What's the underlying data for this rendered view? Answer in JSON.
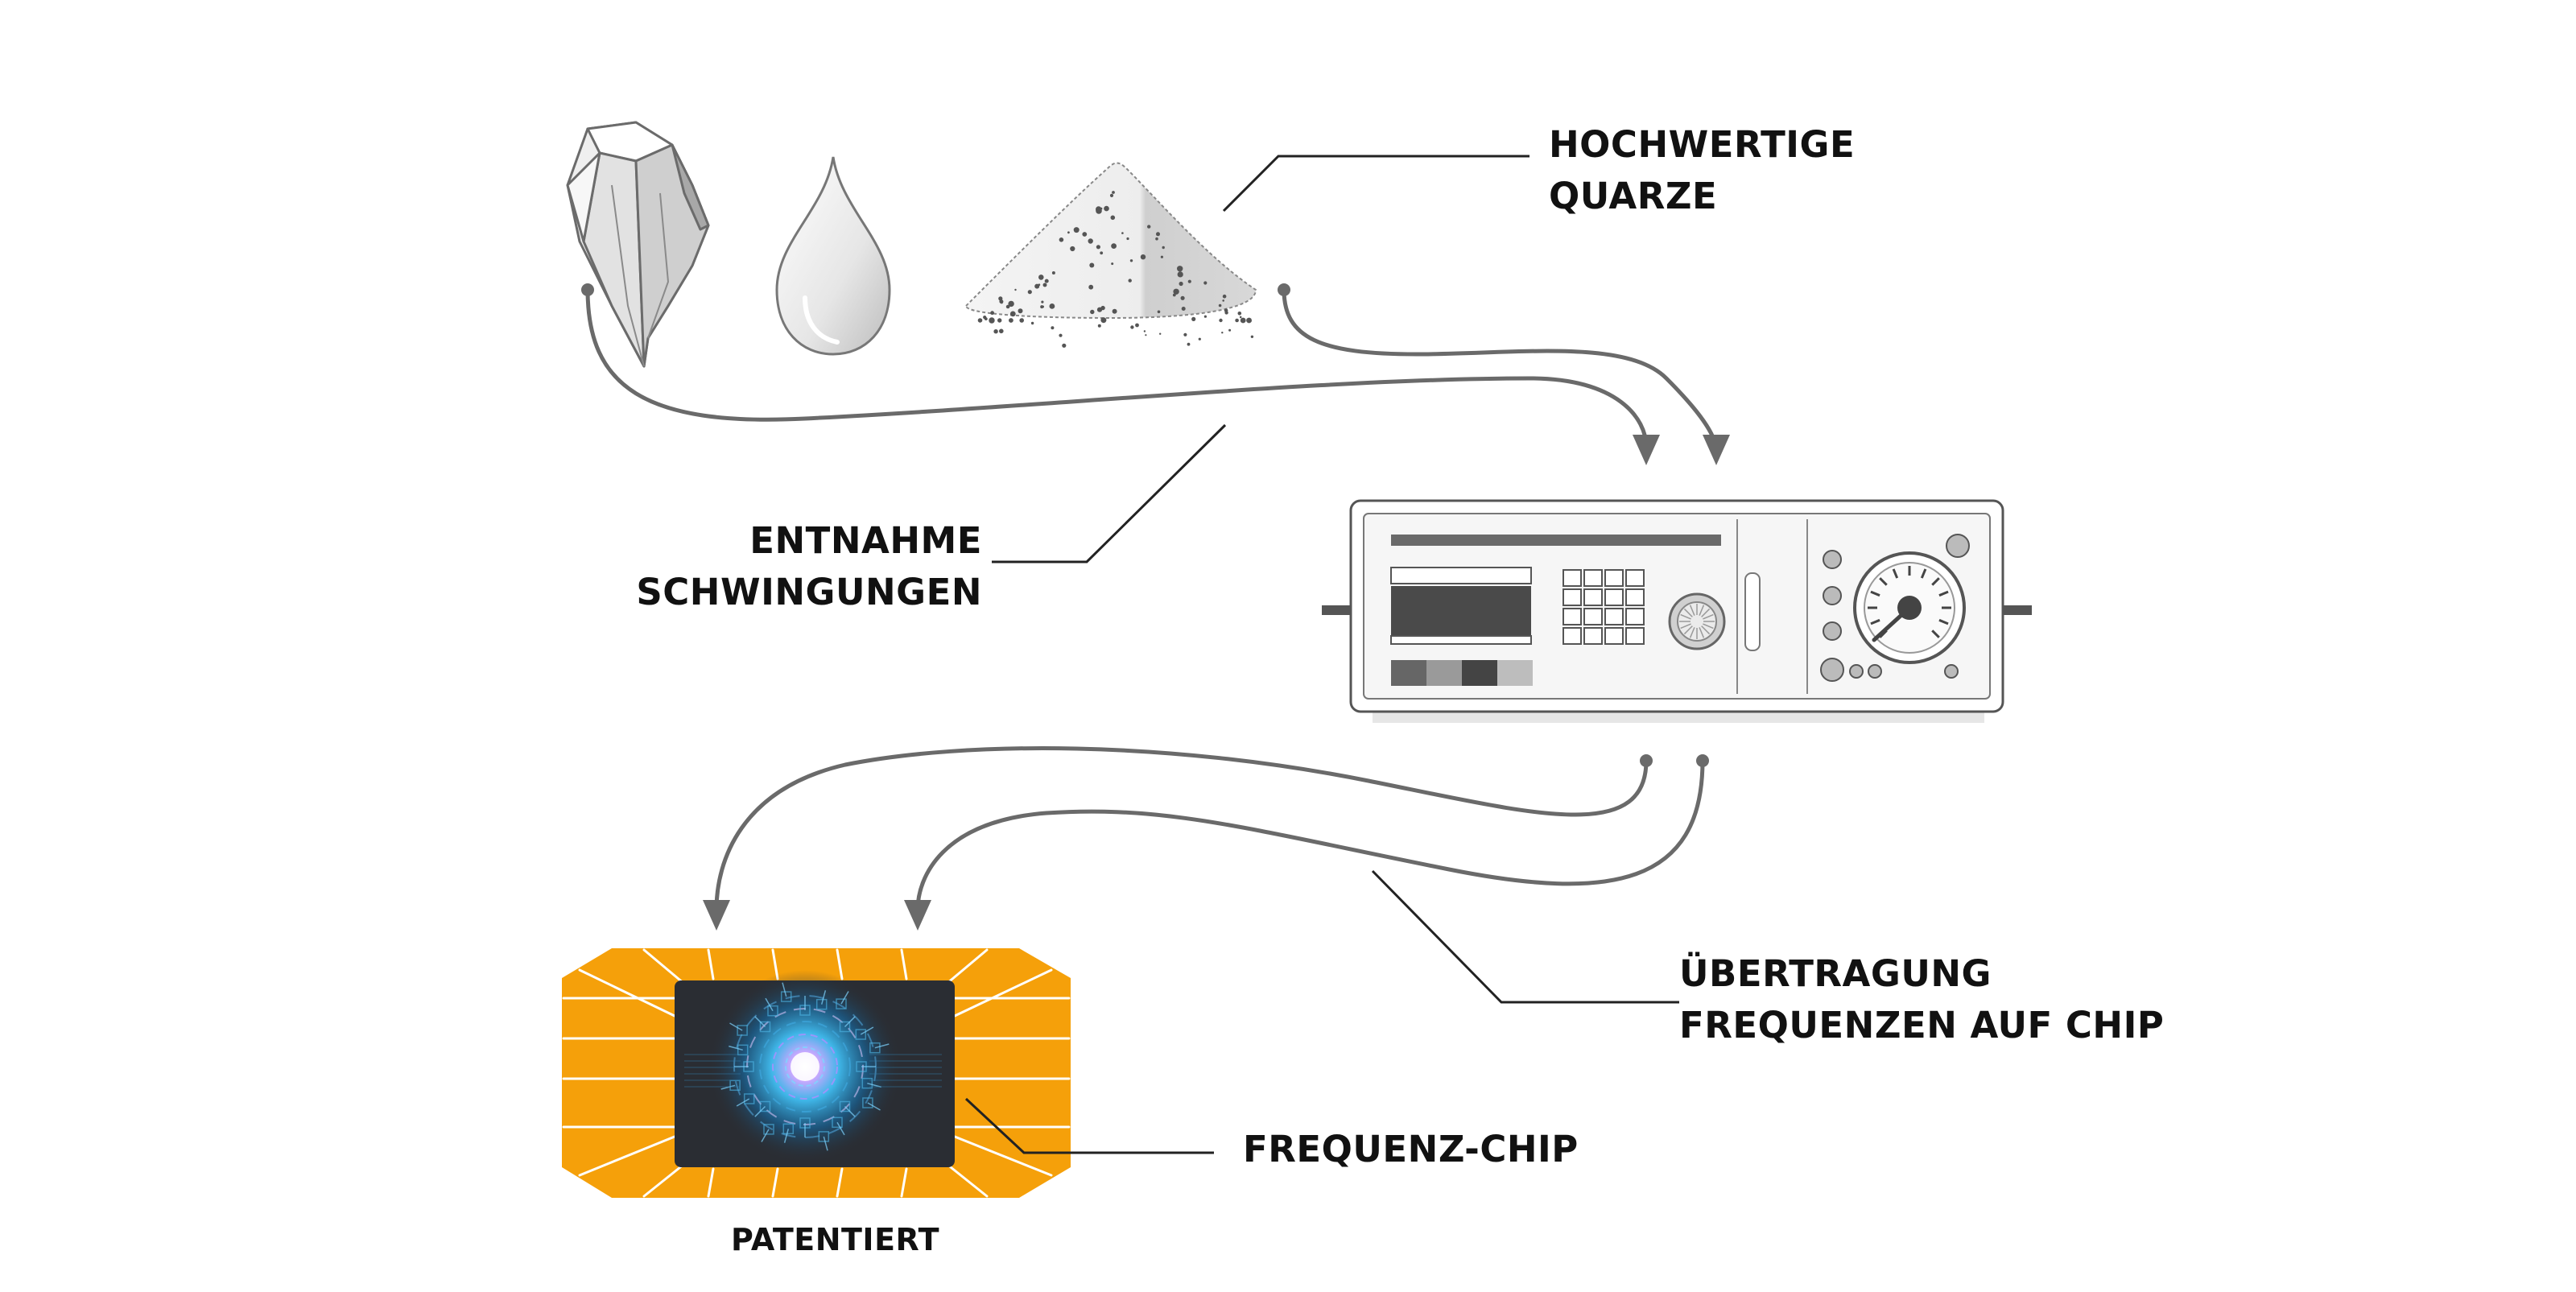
{
  "labels": {
    "quartz_line1": "HOCHWERTIGE",
    "quartz_line2": "QUARZE",
    "extraction_line1": "ENTNAHME",
    "extraction_line2": "SCHWINGUNGEN",
    "transfer_line1": "ÜBERTRAGUNG",
    "transfer_line2": "FREQUENZEN AUF CHIP",
    "chip_label": "FREQUENZ-CHIP",
    "patent_label": "PATENTIERT"
  },
  "colors": {
    "line": "#6a6a6a",
    "leader": "#222222",
    "chip_gold": "#f5a00a",
    "chip_screen": "#2a2d33",
    "device_dark": "#555555",
    "device_light": "#f2f2f2"
  },
  "icons": [
    "crystal-icon",
    "water-drop-icon",
    "sand-pile-icon",
    "frequency-generator-icon",
    "chip-icon"
  ]
}
